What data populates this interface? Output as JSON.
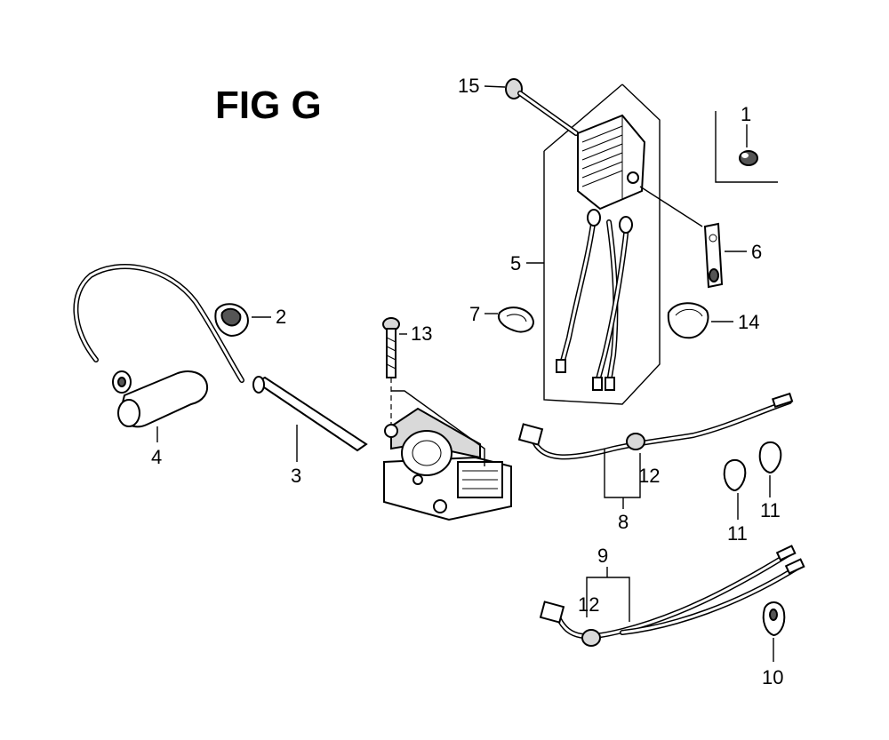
{
  "figure": {
    "title": "FIG G"
  },
  "callouts": {
    "c1": "1",
    "c2": "2",
    "c3": "3",
    "c4": "4",
    "c5": "5",
    "c6": "6",
    "c7": "7",
    "c8": "8",
    "c9": "9",
    "c10": "10",
    "c11a": "11",
    "c11b": "11",
    "c12a": "12",
    "c12b": "12",
    "c13": "13",
    "c14": "14",
    "c15": "15"
  }
}
